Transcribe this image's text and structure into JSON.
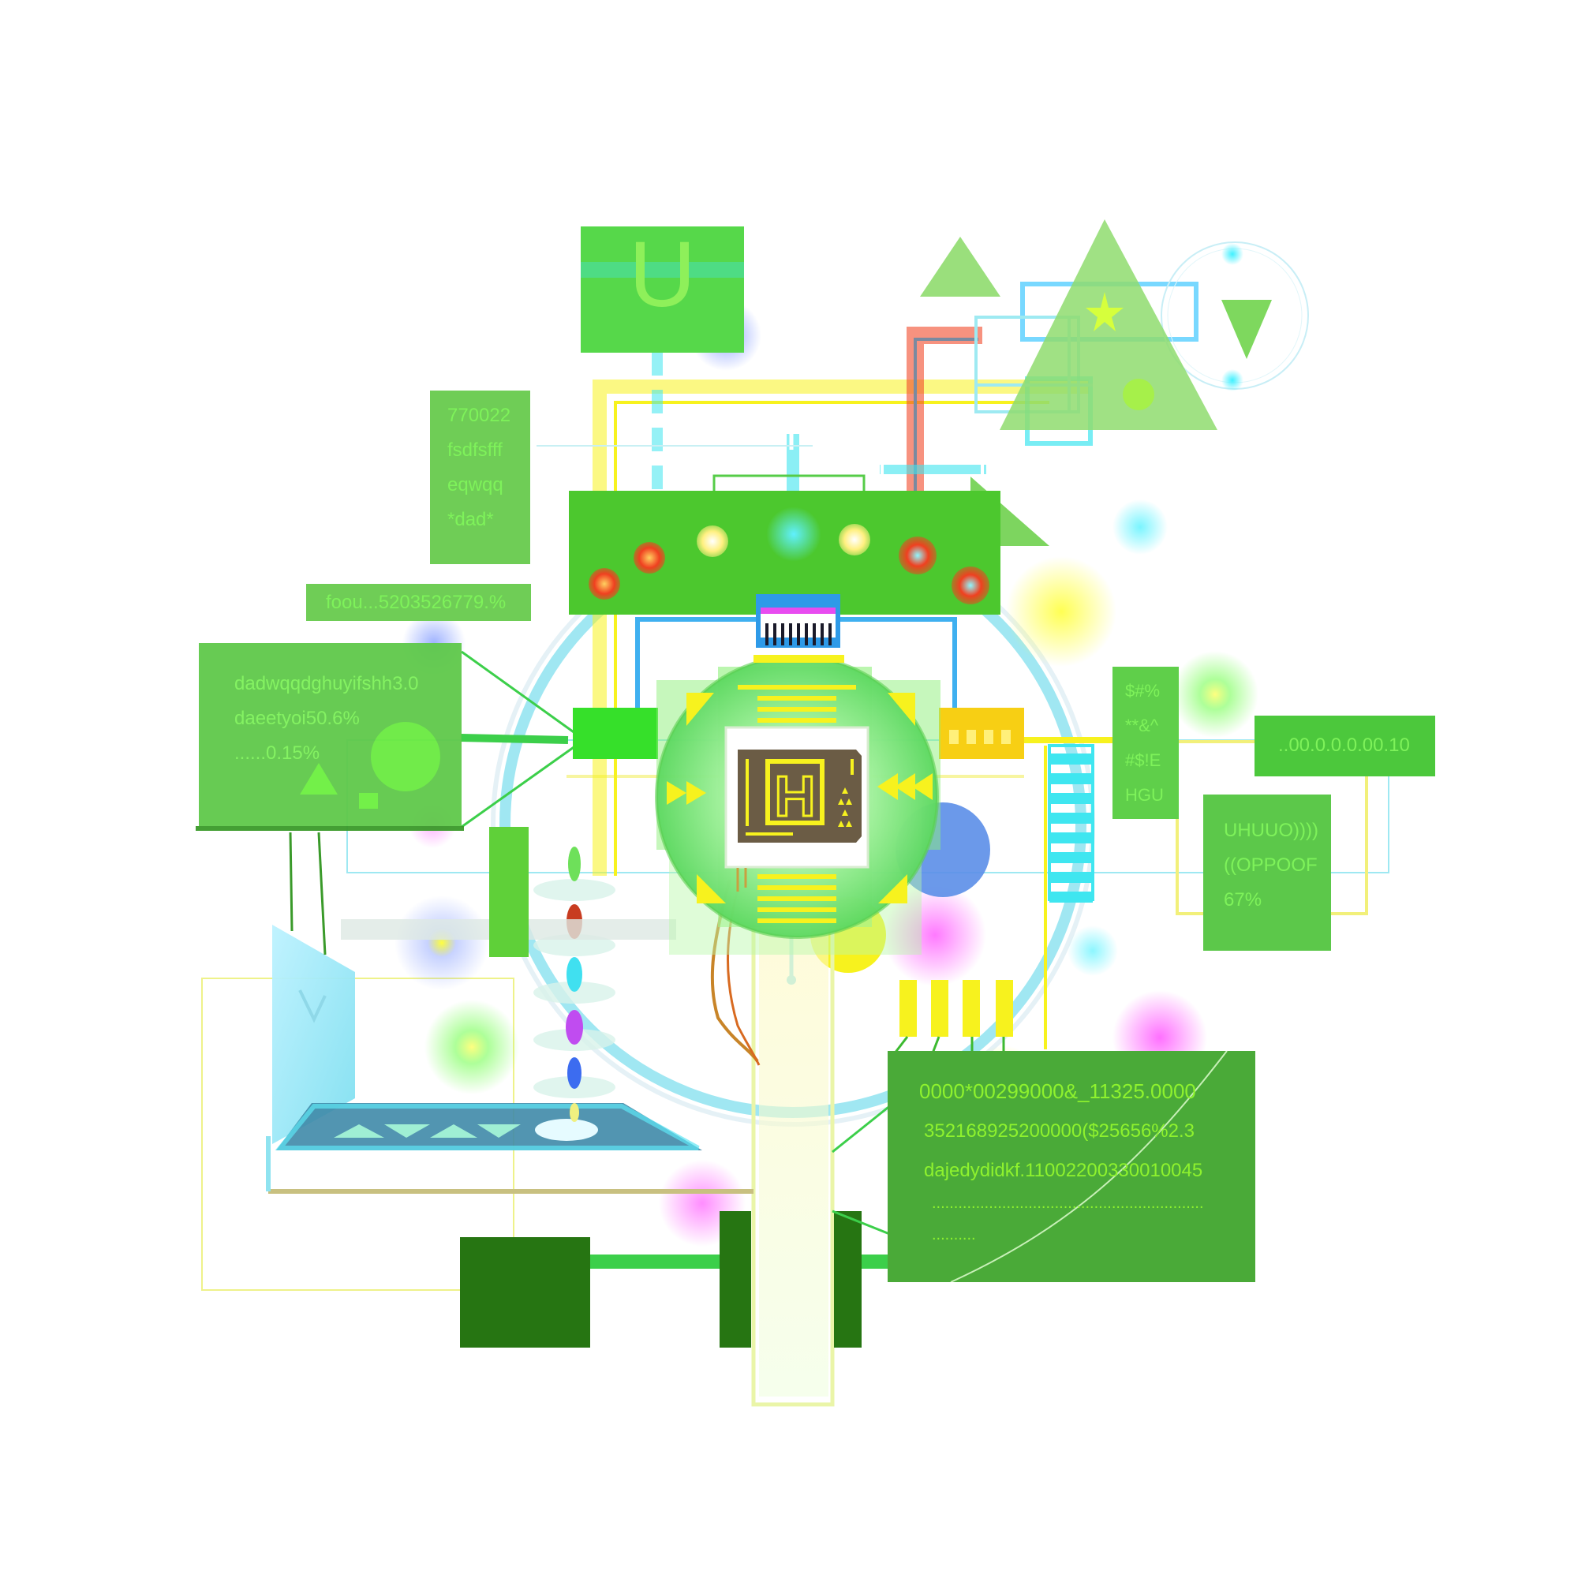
{
  "top_badge": {
    "letter": "U"
  },
  "panel_left_codes": {
    "lines": [
      "770022",
      "fsdfsfff",
      "eqwqq",
      "*dad*"
    ]
  },
  "strip_percent": {
    "text": "foou...5203526779.%"
  },
  "panel_left_main": {
    "lines": [
      "dadwqqdghuyifshh3.0",
      "daeetyoi50.6%",
      "......0.15%"
    ]
  },
  "chip": {
    "letter": "H"
  },
  "panel_symbols": {
    "lines": [
      "$#%",
      "**&^",
      "#$!E",
      "HGU"
    ]
  },
  "panel_ip": {
    "text": "..00.0.0.0.00.10"
  },
  "panel_uhuuo": {
    "lines": [
      "UHUUO))))",
      "((OPPOOF",
      "67%"
    ]
  },
  "panel_bottom_data": {
    "lines": [
      "0000*00299000&_11325.0000",
      "352168925200000($25656%2.3",
      "dajedydidkf.11002200330010045",
      "..............................................................",
      ".........."
    ]
  },
  "colors": {
    "green_panel": "#5fcf4a",
    "dark_green": "#267512",
    "text_green": "#7ef25a",
    "yellow": "#f7f21e",
    "cyan": "#3fe6f0",
    "light_blue": "#8fe3f0",
    "red": "#f24a2a",
    "magenta": "#e84cf0",
    "chip_body": "#6b5c45"
  }
}
